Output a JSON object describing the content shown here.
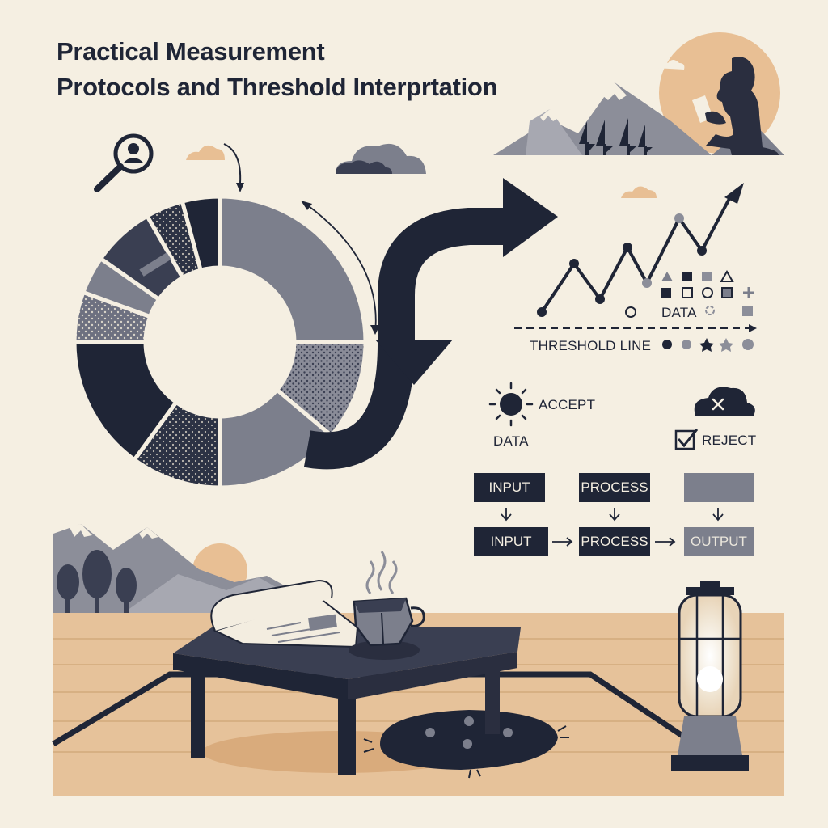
{
  "title": {
    "line1": "Practical Measurement",
    "line2": "Protocols and Threshold Interprtation"
  },
  "chart": {
    "data_label": "DATA",
    "threshold_label": "THRESHOLD LINE"
  },
  "decision": {
    "accept_label": "ACCEPT",
    "data_label": "DATA",
    "reject_label": "REJECT"
  },
  "flow": {
    "row1": [
      "INPUT",
      "PROCESS",
      ""
    ],
    "row2": [
      "INPUT",
      "PROCESS",
      "OUTPUT"
    ]
  },
  "colors": {
    "navy": "#1f2536",
    "slate": "#7c7f8c",
    "sand": "#e8bf94",
    "paper": "#f5efe2",
    "floor": "#e6c29a"
  },
  "icons": [
    "search-person-icon",
    "sun-icon",
    "cloud-x-icon",
    "checkbox-icon",
    "lantern-icon",
    "tea-cup-icon"
  ]
}
